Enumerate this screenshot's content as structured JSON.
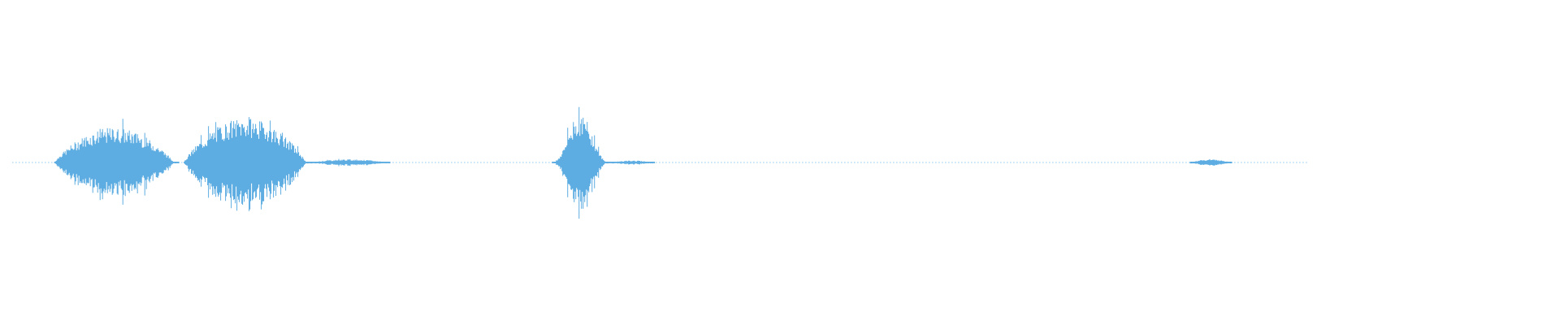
{
  "waveform": {
    "color": "#5dade2",
    "background": "#ffffff",
    "segments": [
      {
        "from": 0.035,
        "to": 0.115,
        "level": 0.55
      },
      {
        "from": 0.118,
        "to": 0.2,
        "level": 0.7
      },
      {
        "from": 0.2,
        "to": 0.25,
        "level": 0.05
      },
      {
        "from": 0.354,
        "to": 0.392,
        "level": 0.75
      },
      {
        "from": 0.392,
        "to": 0.42,
        "level": 0.03
      },
      {
        "from": 0.763,
        "to": 0.79,
        "level": 0.05
      }
    ],
    "extent": {
      "from": 0.008,
      "to": 0.838
    }
  }
}
